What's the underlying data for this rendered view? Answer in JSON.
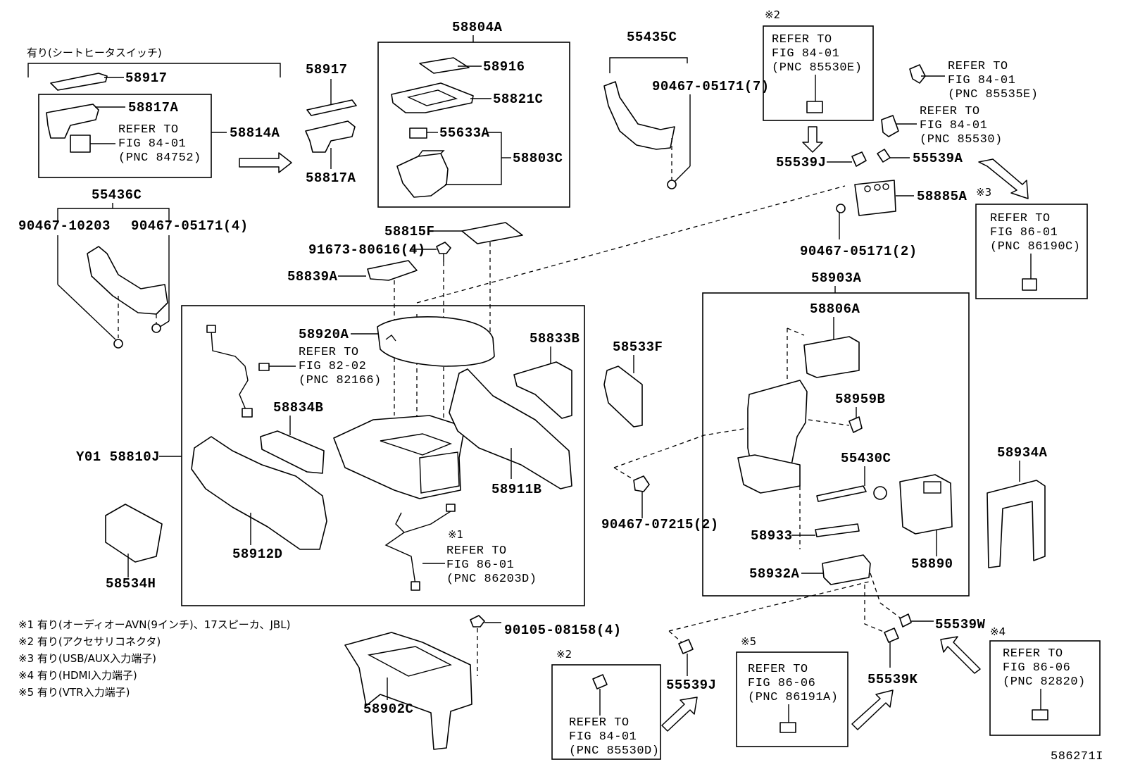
{
  "parts": {
    "p58804A": "58804A",
    "p58916": "58916",
    "p58821C": "58821C",
    "p55633A": "55633A",
    "p58803C": "58803C",
    "p55435C": "55435C",
    "p90467_05171_7": "90467-05171(7)",
    "p58917_a": "58917",
    "p58817A_a": "58817A",
    "p58814A": "58814A",
    "p58917_b": "58917",
    "p58817A_b": "58817A",
    "p55436C": "55436C",
    "p90467_10203": "90467-10203",
    "p90467_05171_4": "90467-05171(4)",
    "p58815F": "58815F",
    "p91673_80616_4": "91673-80616(4)",
    "p58839A": "58839A",
    "p58920A": "58920A",
    "p58833B": "58833B",
    "p58834B": "58834B",
    "p58810J": "Y01 58810J",
    "p58911B": "58911B",
    "p58912D": "58912D",
    "p58534H": "58534H",
    "p58533F": "58533F",
    "p90467_07215_2": "90467-07215(2)",
    "p55539J_a": "55539J",
    "p55539A": "55539A",
    "p58885A": "58885A",
    "p90467_05171_2": "90467-05171(2)",
    "p58903A": "58903A",
    "p58806A": "58806A",
    "p58959B": "58959B",
    "p55430C": "55430C",
    "p58933": "58933",
    "p58932A": "58932A",
    "p58890": "58890",
    "p58934A": "58934A",
    "p90105_08158_4": "90105-08158(4)",
    "p58902C": "58902C",
    "p55539J_b": "55539J",
    "p55539K": "55539K",
    "p55539W": "55539W"
  },
  "refs": {
    "refer_to": "REFER TO",
    "fig_84_01": "FIG 84-01",
    "fig_82_02": "FIG 82-02",
    "fig_86_01": "FIG 86-01",
    "fig_86_06": "FIG 86-06",
    "pnc_84752": "(PNC 84752)",
    "pnc_85530E": "(PNC 85530E)",
    "pnc_85535E": "(PNC 85535E)",
    "pnc_85530": "(PNC 85530)",
    "pnc_86190C": "(PNC 86190C)",
    "pnc_82166": "(PNC 82166)",
    "pnc_86203D": "(PNC 86203D)",
    "pnc_85530D": "(PNC 85530D)",
    "pnc_86191A": "(PNC 86191A)",
    "pnc_82820": "(PNC 82820)"
  },
  "marks": {
    "m1": "※1",
    "m2": "※2",
    "m3": "※3",
    "m4": "※4",
    "m5": "※5"
  },
  "header_note": "有り(シートヒータスイッチ)",
  "legend": [
    "※1 有り(オーディオーAVN(9インチ)、17スピーカ、JBL)",
    "※2 有り(アクセサリコネクタ)",
    "※3 有り(USB/AUX入力端子)",
    "※4 有り(HDMI入力端子)",
    "※5 有り(VTR入力端子)"
  ],
  "figure_id": "586271I"
}
